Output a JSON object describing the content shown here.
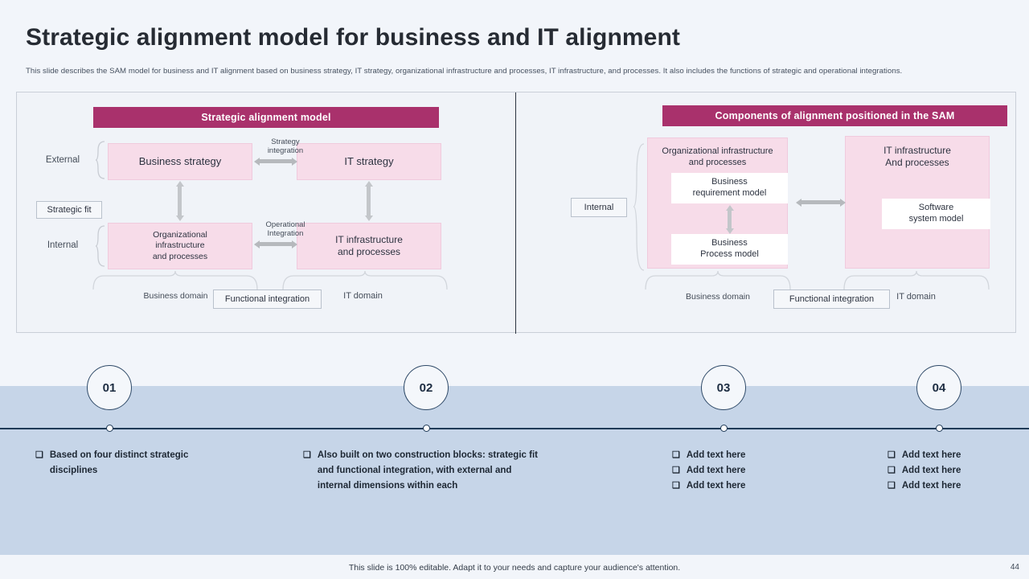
{
  "header": {
    "title": "Strategic alignment model for business and IT alignment",
    "subtitle": "This slide describes the SAM model for business and IT  alignment  based on business strategy, IT strategy, organizational infrastructure and processes, IT infrastructure, and processes. It also includes the  functions of strategic and operational integrations."
  },
  "colors": {
    "band": "#a9316c",
    "pink_box": "#f7dce9",
    "timeline_band": "#c6d5e8",
    "timeline_line": "#1f3a57",
    "page_bg": "#f2f5fa"
  },
  "left_panel": {
    "band_label": "Strategic alignment model",
    "axis_labels": {
      "external": "External",
      "internal": "Internal"
    },
    "boxes": {
      "business_strategy": "Business strategy",
      "it_strategy": "IT strategy",
      "org_infrastructure": "Organizational\ninfrastructure\nand processes",
      "it_infrastructure": "IT infrastructure\nand processes"
    },
    "connectors": {
      "strategy_integration": "Strategy\nintegration",
      "operational_integration": "Operational\nIntegration"
    },
    "tags": {
      "strategic_fit": "Strategic fit",
      "functional_integration": "Functional integration"
    },
    "domains": {
      "business": "Business domain",
      "it": "IT domain"
    }
  },
  "right_panel": {
    "band_label": "Components of alignment positioned in the SAM",
    "axis_labels": {
      "internal": "Internal"
    },
    "boxes": {
      "org_infrastructure": "Organizational infrastructure\nand processes",
      "it_infrastructure": "IT infrastructure\nAnd processes",
      "business_requirement_model": "Business\nrequirement model",
      "business_process_model": "Business\nProcess model",
      "software_system_model": "Software\nsystem model"
    },
    "tags": {
      "functional_integration": "Functional integration"
    },
    "domains": {
      "business": "Business domain",
      "it": "IT domain"
    }
  },
  "timeline": {
    "steps": [
      {
        "number": "01",
        "items": [
          "Based on four distinct strategic  disciplines"
        ]
      },
      {
        "number": "02",
        "items": [
          "Also built on two construction blocks: strategic  fit and functional integration, with external and internal dimensions within each"
        ]
      },
      {
        "number": "03",
        "items": [
          "Add text here",
          "Add text here",
          "Add text here"
        ]
      },
      {
        "number": "04",
        "items": [
          "Add text here",
          "Add text here",
          "Add text here"
        ]
      }
    ],
    "checkbox_glyph": "❑"
  },
  "footer": {
    "note": "This slide is 100% editable. Adapt it to your needs and capture your audience's attention.",
    "page_number": "44"
  }
}
